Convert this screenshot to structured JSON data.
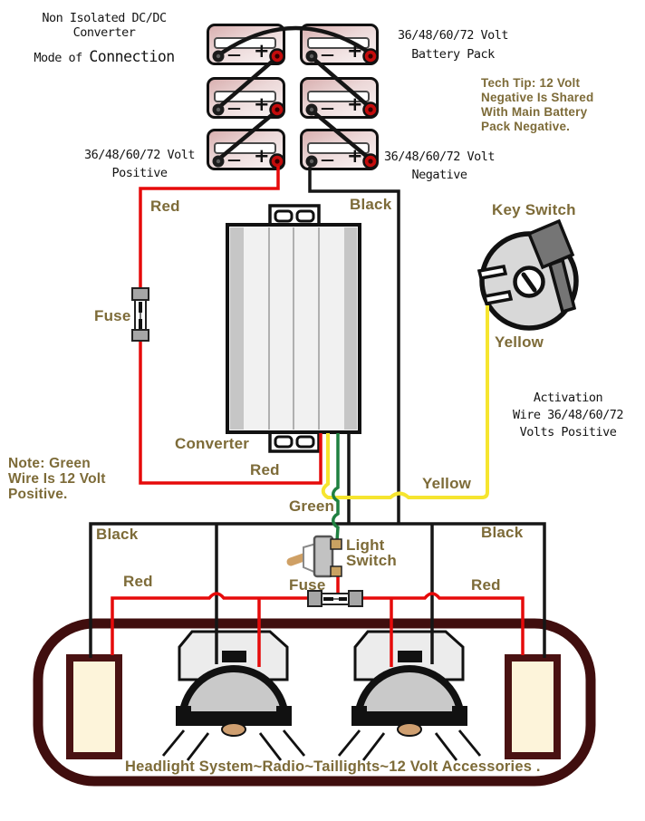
{
  "title": {
    "line1": "Non Isolated DC/DC Converter",
    "line2_prefix": "Mode of ",
    "line2_emph": "Connection"
  },
  "battery_pack": {
    "name_line1": "36/48/60/72 Volt",
    "name_line2": "Battery Pack",
    "positive_line1": "36/48/60/72 Volt",
    "positive_line2": "Positive",
    "negative_line1": "36/48/60/72 Volt",
    "negative_line2": "Negative",
    "minus_symbol": "—",
    "plus_symbol": "+"
  },
  "tech_tip": {
    "line1": "Tech Tip: 12 Volt",
    "line2": "Negative Is Shared",
    "line3": "With Main Battery",
    "line4": "Pack Negative."
  },
  "note": {
    "line1": "Note: Green",
    "line2": "Wire Is 12 Volt",
    "line3": "Positive."
  },
  "activation": {
    "line1": "Activation",
    "line2": "Wire 36/48/60/72",
    "line3": "Volts Positive"
  },
  "wire_labels": {
    "red": "Red",
    "black": "Black",
    "yellow": "Yellow",
    "green": "Green"
  },
  "components": {
    "fuse": "Fuse",
    "converter": "Converter",
    "key_switch": "Key Switch",
    "light_switch_line1": "Light",
    "light_switch_line2": "Switch"
  },
  "footer": {
    "accessories": "Headlight System~Radio~Taillights~12 Volt Accessories ."
  },
  "colors": {
    "label_olive": "#7d6b38",
    "wire_red": "#e60a0a",
    "wire_black": "#161616",
    "wire_yellow": "#f6e52f",
    "wire_green": "#1f8040",
    "cart_body": "#400e0e",
    "battery_fill": "#d9b0b0",
    "taillight_fill": "#fdf4da",
    "converter_gray": "#c6c6c6"
  }
}
